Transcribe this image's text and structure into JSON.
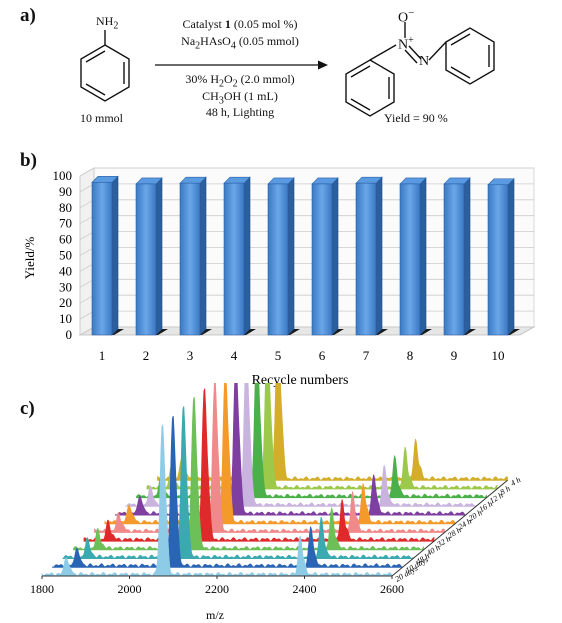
{
  "panels": {
    "a": "a)",
    "b": "b)",
    "c": "c)"
  },
  "reaction": {
    "reactant_label": "NH",
    "reactant_label_sub": "2",
    "reactant_amount": "10 mmol",
    "cond_line1_pre": "Catalyst ",
    "cond_line1_bold": "1",
    "cond_line1_post": " (0.05 mol %)",
    "cond_line2_a": "Na",
    "cond_line2_a_sub": "2",
    "cond_line2_b": "HAsO",
    "cond_line2_b_sub": "4",
    "cond_line2_c": " (0.05 mmol)",
    "cond_line3_a": "30% H",
    "cond_line3_a_sub": "2",
    "cond_line3_b": "O",
    "cond_line3_b_sub": "2",
    "cond_line3_c": " (2.0 mmol)",
    "cond_line4_a": "CH",
    "cond_line4_a_sub": "3",
    "cond_line4_b": "OH (1 mL)",
    "cond_line5": "48 h, Lighting",
    "product_o": "O",
    "product_o_charge": "−",
    "product_n1": "N",
    "product_n1_charge": "+",
    "product_n2": "N",
    "product_yield": "Yield = 90 %"
  },
  "chart_data": [
    {
      "type": "bar",
      "categories": [
        "1",
        "2",
        "3",
        "4",
        "5",
        "6",
        "7",
        "8",
        "9",
        "10"
      ],
      "values": [
        96,
        95,
        95.5,
        95.5,
        95,
        95,
        95.5,
        95,
        95,
        94.5
      ],
      "xlabel": "Recycle numbers",
      "ylabel": "Yield/%",
      "ylim": [
        0,
        100
      ],
      "yticks": [
        "0",
        "10",
        "20",
        "30",
        "40",
        "50",
        "60",
        "70",
        "80",
        "90",
        "100"
      ],
      "grid": true,
      "bar_color": "#4a8fd6"
    },
    {
      "type": "line",
      "xlabel": "m/z",
      "xlim": [
        1800,
        2600
      ],
      "xticks": [
        "1800",
        "2000",
        "2200",
        "2400",
        "2600"
      ],
      "peaks_mz": [
        1855,
        2075,
        2390
      ],
      "peak_heights": [
        0.12,
        1.0,
        0.26
      ],
      "series": [
        {
          "name": "20 days",
          "color": "#8ecbe6"
        },
        {
          "name": "10 days",
          "color": "#2a64b4"
        },
        {
          "name": "48 h",
          "color": "#3ba9b0"
        },
        {
          "name": "40 h",
          "color": "#6cc057"
        },
        {
          "name": "32 h",
          "color": "#de2a2a"
        },
        {
          "name": "28 h",
          "color": "#f08a8a"
        },
        {
          "name": "24 h",
          "color": "#f39a2a"
        },
        {
          "name": "20 h",
          "color": "#7f3fa0"
        },
        {
          "name": "16 h",
          "color": "#c9b4e0"
        },
        {
          "name": "12 h",
          "color": "#4bb04a"
        },
        {
          "name": "8 h",
          "color": "#9cc94a"
        },
        {
          "name": "4 h",
          "color": "#d4ae2a"
        }
      ]
    }
  ]
}
